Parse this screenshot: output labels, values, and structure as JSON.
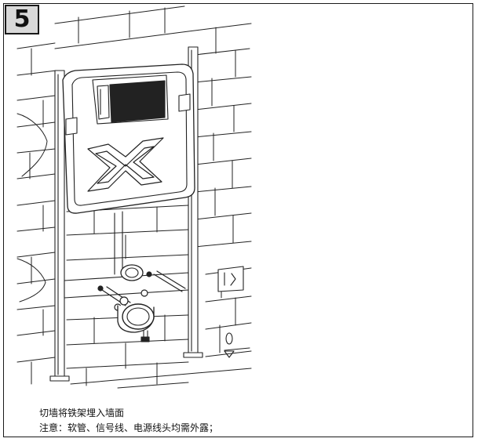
{
  "step": {
    "number": "5"
  },
  "caption": {
    "line1": "切墙将铁架埋入墙面",
    "line2": "注意：软管、信号线、电源线头均需外露；"
  },
  "icons": {
    "flush_plate": "flush-plate-icon",
    "water_level": "water-level-marker-icon"
  }
}
